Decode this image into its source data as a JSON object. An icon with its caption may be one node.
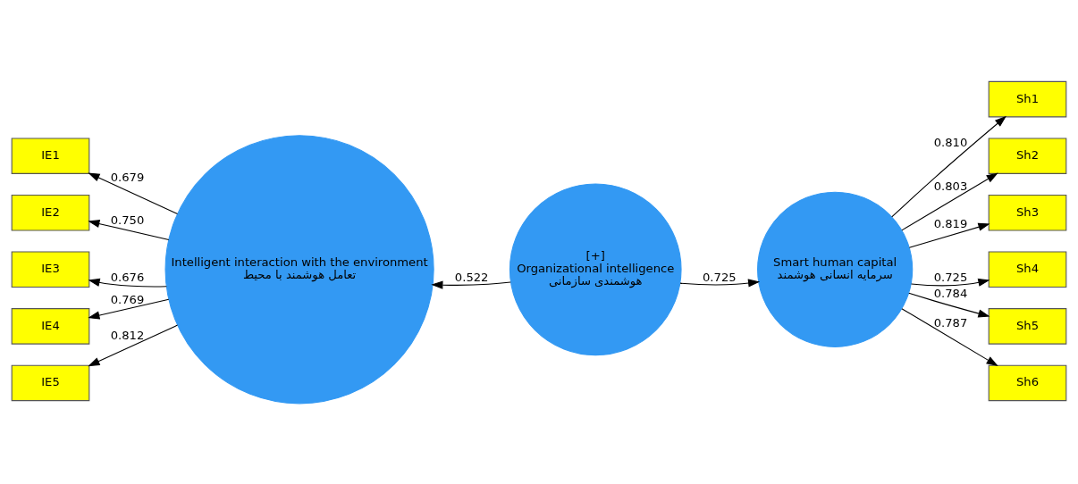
{
  "diagram": {
    "nodes": [
      {
        "text": [
          "[+]",
          "Organizational intelligence",
          "هوشمندی سازمانی"
        ]
      },
      {
        "text": [
          "Intelligent interaction with the environment",
          "تعامل هوشمند با محیط"
        ]
      },
      {
        "text": [
          "Smart human capital",
          "سرمایه انسانی هوشمند"
        ]
      },
      {
        "text": [
          "IE1"
        ]
      },
      {
        "text": [
          "IE2"
        ]
      },
      {
        "text": [
          "IE3"
        ]
      },
      {
        "text": [
          "IE4"
        ]
      },
      {
        "text": [
          "IE5"
        ]
      },
      {
        "text": [
          "Sh1"
        ]
      },
      {
        "text": [
          "Sh2"
        ]
      },
      {
        "text": [
          "Sh3"
        ]
      },
      {
        "text": [
          "Sh4"
        ]
      },
      {
        "text": [
          "Sh5"
        ]
      },
      {
        "text": [
          "Sh6"
        ]
      }
    ],
    "edges": [
      {
        "from": 0,
        "to": 1,
        "arrow": "to",
        "label": "0.522"
      },
      {
        "from": 0,
        "to": 2,
        "arrow": "to",
        "label": "0.725"
      },
      {
        "from": 1,
        "to": 3,
        "arrow": "to",
        "label": "0.679"
      },
      {
        "from": 1,
        "to": 4,
        "arrow": "to",
        "label": "0.750"
      },
      {
        "from": 1,
        "to": 5,
        "arrow": "to",
        "label": "0.676"
      },
      {
        "from": 1,
        "to": 6,
        "arrow": "to",
        "label": "0.769"
      },
      {
        "from": 1,
        "to": 7,
        "arrow": "to",
        "label": "0.812"
      },
      {
        "from": 2,
        "to": 8,
        "arrow": "to",
        "label": "0.810"
      },
      {
        "from": 2,
        "to": 9,
        "arrow": "to",
        "label": "0.803"
      },
      {
        "from": 2,
        "to": 10,
        "arrow": "to",
        "label": "0.819"
      },
      {
        "from": 2,
        "to": 11,
        "arrow": "to",
        "label": "0.725"
      },
      {
        "from": 2,
        "to": 12,
        "arrow": "to",
        "label": "0.784"
      },
      {
        "from": 2,
        "to": 13,
        "arrow": "to",
        "label": "0.787"
      }
    ]
  }
}
